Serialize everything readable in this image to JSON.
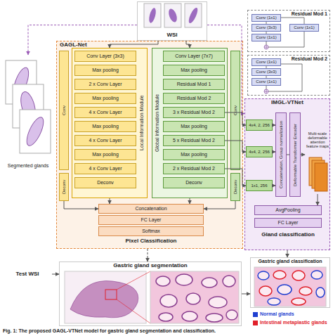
{
  "diagram": {
    "caption": "Fig. 1: The proposed GAGL-VTNet model for gastric gland segmentation and classification.",
    "nodes": [
      {
        "text": [
          "WSI"
        ]
      },
      {
        "text": [
          "Segmented glands"
        ]
      },
      {
        "text": [
          "GAGL-Net"
        ]
      },
      {
        "text": [
          "Local Information Module"
        ],
        "in": 2
      },
      {
        "text": [
          "Conv Layer (3x3)"
        ],
        "in": 3
      },
      {
        "text": [
          "Max pooling"
        ],
        "in": 3
      },
      {
        "text": [
          "2 x Conv Layer"
        ],
        "in": 3
      },
      {
        "text": [
          "Max pooling"
        ],
        "in": 3
      },
      {
        "text": [
          "4 x Conv Layer"
        ],
        "in": 3
      },
      {
        "text": [
          "Max pooling"
        ],
        "in": 3
      },
      {
        "text": [
          "4 x Conv Layer"
        ],
        "in": 3
      },
      {
        "text": [
          "Max pooling"
        ],
        "in": 3
      },
      {
        "text": [
          "4 x Conv Layer"
        ],
        "in": 3
      },
      {
        "text": [
          "Deconv"
        ],
        "in": 3
      },
      {
        "text": [
          "Global Information Module"
        ],
        "in": 2
      },
      {
        "text": [
          "Conv Layer (7x7)"
        ],
        "in": 14
      },
      {
        "text": [
          "Max pooling"
        ],
        "in": 14
      },
      {
        "text": [
          "Residual Mod 1"
        ],
        "in": 14
      },
      {
        "text": [
          "Residual Mod 2"
        ],
        "in": 14
      },
      {
        "text": [
          "3 x Residual Mod 2"
        ],
        "in": 14
      },
      {
        "text": [
          "Max pooling"
        ],
        "in": 14
      },
      {
        "text": [
          "5 x Residual Mod 2"
        ],
        "in": 14
      },
      {
        "text": [
          "Max pooling"
        ],
        "in": 14
      },
      {
        "text": [
          "2 x Residual Mod 2"
        ],
        "in": 14
      },
      {
        "text": [
          "Deconv"
        ],
        "in": 14
      },
      {
        "text": [
          "Conv"
        ],
        "in": 2
      },
      {
        "text": [
          "Deconv"
        ],
        "in": 2
      },
      {
        "text": [
          "Conv"
        ],
        "in": 2
      },
      {
        "text": [
          "Deconv"
        ],
        "in": 2
      },
      {
        "text": [
          "Concatenation"
        ],
        "in": 2
      },
      {
        "text": [
          "FC Layer"
        ],
        "in": 2
      },
      {
        "text": [
          "Softmax"
        ],
        "in": 2
      },
      {
        "text": [
          "IMGL-VTNet"
        ]
      },
      {
        "text": [
          "4x4, 2, 256"
        ],
        "in": 32
      },
      {
        "text": [
          "4x4, 2, 256"
        ],
        "in": 32
      },
      {
        "text": [
          "1x1, 256"
        ],
        "in": 32
      },
      {
        "text": [
          "Concatenation, Group normalization"
        ],
        "in": 32
      },
      {
        "text": [
          "Deformable Transformer Encoder"
        ],
        "in": 32
      },
      {
        "text": [
          "Multi-scale deformable attention feature maps"
        ],
        "in": 32
      },
      {
        "text": [
          "AvgPooling"
        ],
        "in": 32
      },
      {
        "text": [
          "FC Layer"
        ],
        "in": 32
      },
      {
        "text": [
          "Residual Mod 1"
        ]
      },
      {
        "text": [
          "Conv (1x1)"
        ],
        "in": 41
      },
      {
        "text": [
          "Conv (3x3)"
        ],
        "in": 41
      },
      {
        "text": [
          "Conv (1x1)"
        ],
        "in": 41
      },
      {
        "text": [
          "Conv (1x1)"
        ],
        "in": 41
      },
      {
        "text": [
          "Residual Mod 2"
        ]
      },
      {
        "text": [
          "Conv (1x1)"
        ],
        "in": 46
      },
      {
        "text": [
          "Conv (3x3)"
        ],
        "in": 46
      },
      {
        "text": [
          "Conv (1x1)"
        ],
        "in": 46
      },
      {
        "text": [
          "Test WSI"
        ]
      },
      {
        "text": [
          "Gastric gland segmentation"
        ]
      },
      {
        "text": [
          "Gastric gland classification"
        ]
      }
    ],
    "edges": [
      {
        "from": 0,
        "to": 3,
        "arrow": "to"
      },
      {
        "from": 0,
        "to": 14,
        "arrow": "to"
      },
      {
        "from": 0,
        "to": 1,
        "arrow": "to"
      },
      {
        "from": 0,
        "to": 32,
        "arrow": "to"
      },
      {
        "from": 3,
        "to": 29,
        "arrow": "to"
      },
      {
        "from": 14,
        "to": 29,
        "arrow": "to"
      },
      {
        "from": 26,
        "to": 29,
        "arrow": "to"
      },
      {
        "from": 28,
        "to": 29,
        "arrow": "to"
      },
      {
        "from": 19,
        "to": 33,
        "arrow": "to"
      },
      {
        "from": 21,
        "to": 34,
        "arrow": "to"
      },
      {
        "from": 23,
        "to": 35,
        "arrow": "to"
      },
      {
        "from": 33,
        "to": 36,
        "arrow": "to"
      },
      {
        "from": 34,
        "to": 36,
        "arrow": "to"
      },
      {
        "from": 35,
        "to": 36,
        "arrow": "to"
      },
      {
        "from": 36,
        "to": 37,
        "arrow": "none"
      },
      {
        "from": 37,
        "to": 38,
        "arrow": "to"
      },
      {
        "from": 38,
        "to": 39,
        "arrow": "to"
      },
      {
        "from": 2,
        "to": 51,
        "arrow": "to"
      },
      {
        "from": 50,
        "to": 51,
        "arrow": "to"
      },
      {
        "from": 51,
        "to": 52,
        "arrow": "to"
      },
      {
        "from": 32,
        "to": 52,
        "arrow": "to"
      }
    ],
    "labels": [
      "Pixel Classification",
      "Gland classification"
    ],
    "legend": [
      {
        "text": "Normal glands",
        "color": "#1f3fd0"
      },
      {
        "text": "Intestinal metaplastic glands",
        "color": "#e0202a"
      }
    ]
  }
}
